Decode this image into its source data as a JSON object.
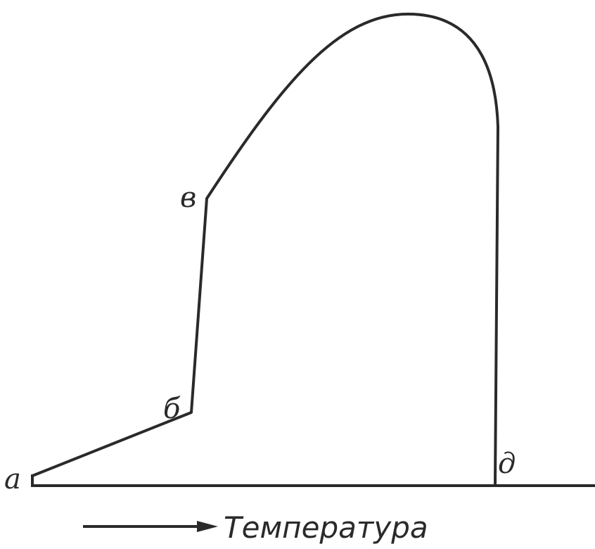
{
  "diagram": {
    "point_labels": {
      "a": "a",
      "b": "б",
      "v": "в",
      "d": "д"
    },
    "axis_label": "Температура"
  }
}
